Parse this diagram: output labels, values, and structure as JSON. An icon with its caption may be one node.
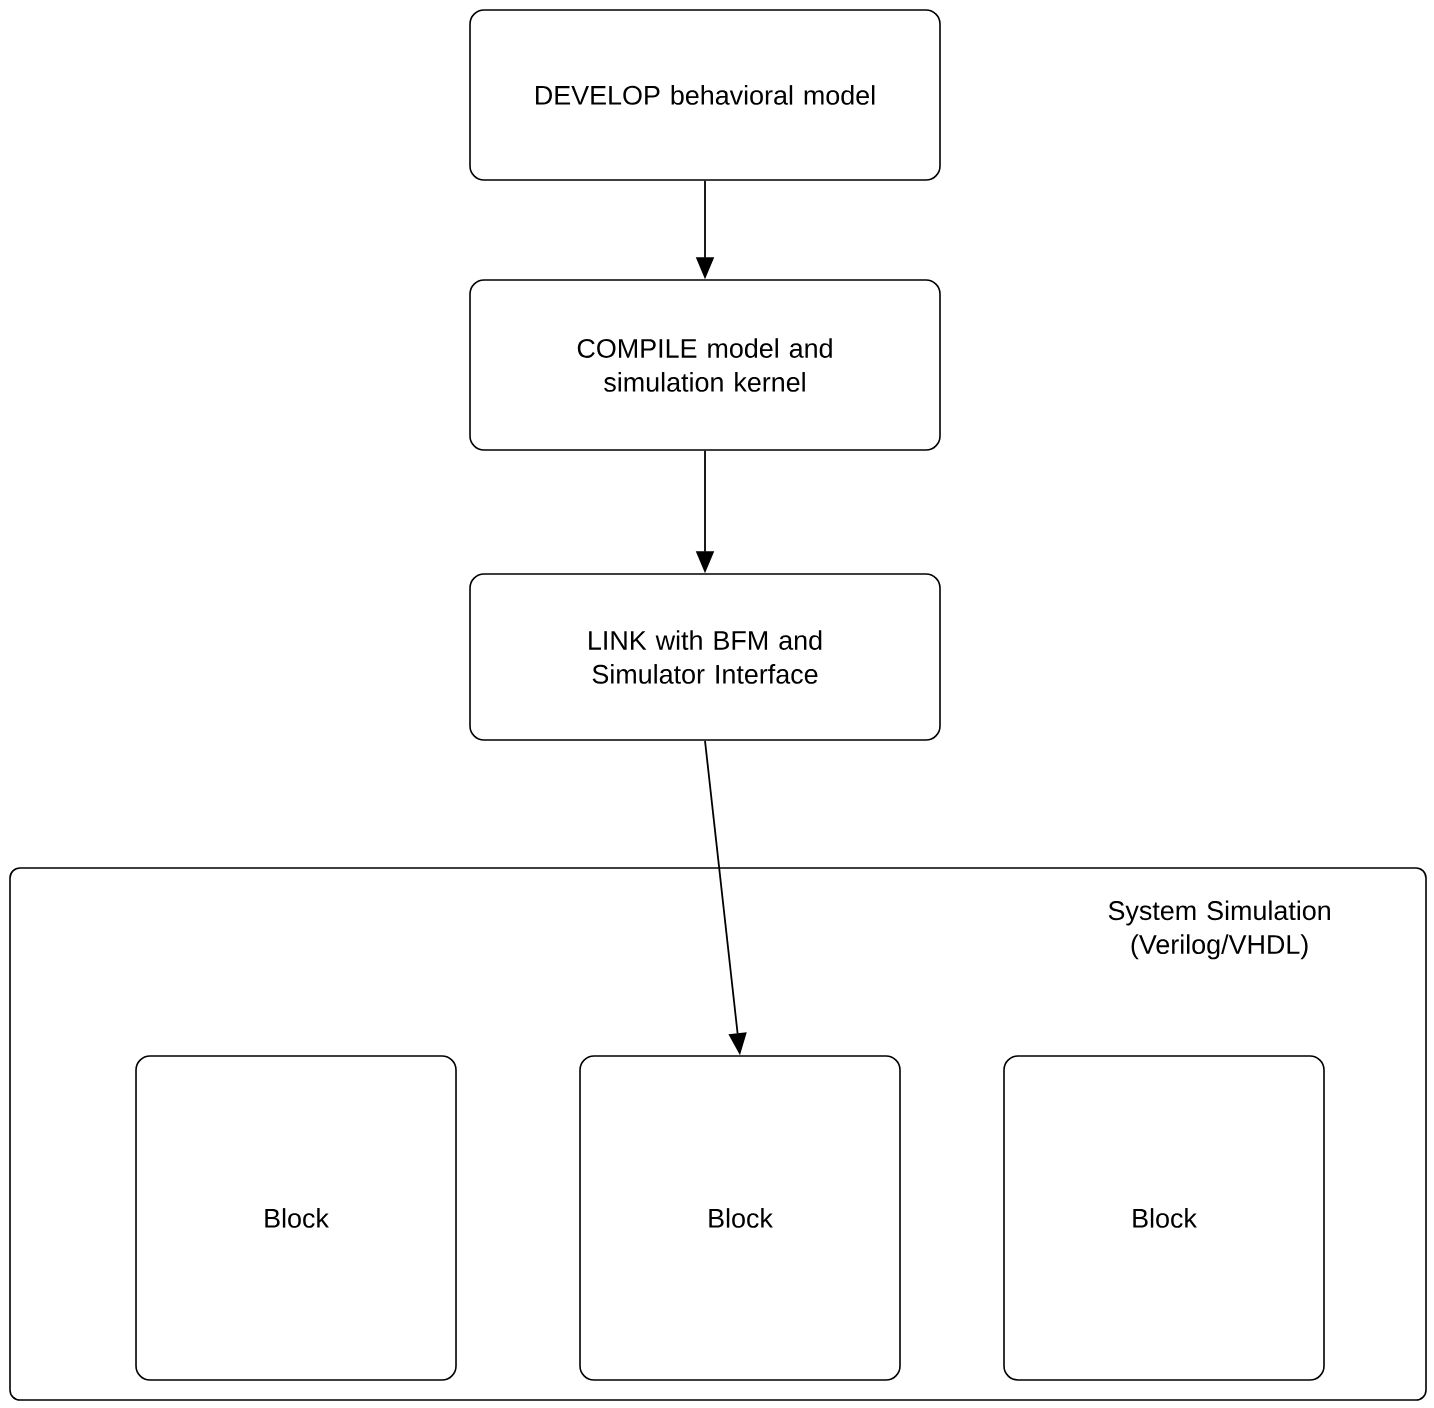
{
  "diagram": {
    "nodes": [
      {
        "text": [
          "DEVELOP behavioral model"
        ]
      },
      {
        "text": [
          "COMPILE model and simulation kernel"
        ]
      },
      {
        "text": [
          "LINK with BFM and Simulator Interface"
        ]
      },
      {
        "text": [
          "System Simulation (Verilog/VHDL)"
        ]
      },
      {
        "text": [
          "Block"
        ],
        "in": 3
      },
      {
        "text": [
          "Block"
        ],
        "in": 3
      },
      {
        "text": [
          "Block"
        ],
        "in": 3
      }
    ],
    "edges": [
      {
        "from": 0,
        "to": 1,
        "arrow": "to"
      },
      {
        "from": 1,
        "to": 2,
        "arrow": "to"
      },
      {
        "from": 2,
        "to": 5,
        "arrow": "to"
      }
    ]
  }
}
